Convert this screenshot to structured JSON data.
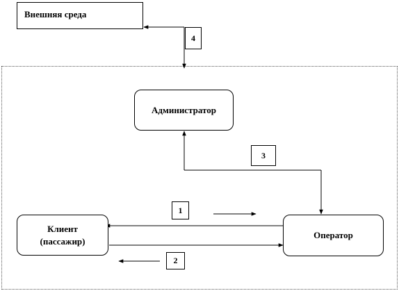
{
  "external": {
    "label": "Внешняя  среда"
  },
  "nodes": {
    "administrator": {
      "label": "Администратор"
    },
    "client": {
      "line1": "Клиент",
      "line2": "(пассажир)"
    },
    "operator": {
      "label": "Оператор"
    }
  },
  "flows": [
    {
      "id": "1",
      "label": "1"
    },
    {
      "id": "2",
      "label": "2"
    },
    {
      "id": "3",
      "label": "3"
    },
    {
      "id": "4",
      "label": "4"
    }
  ]
}
